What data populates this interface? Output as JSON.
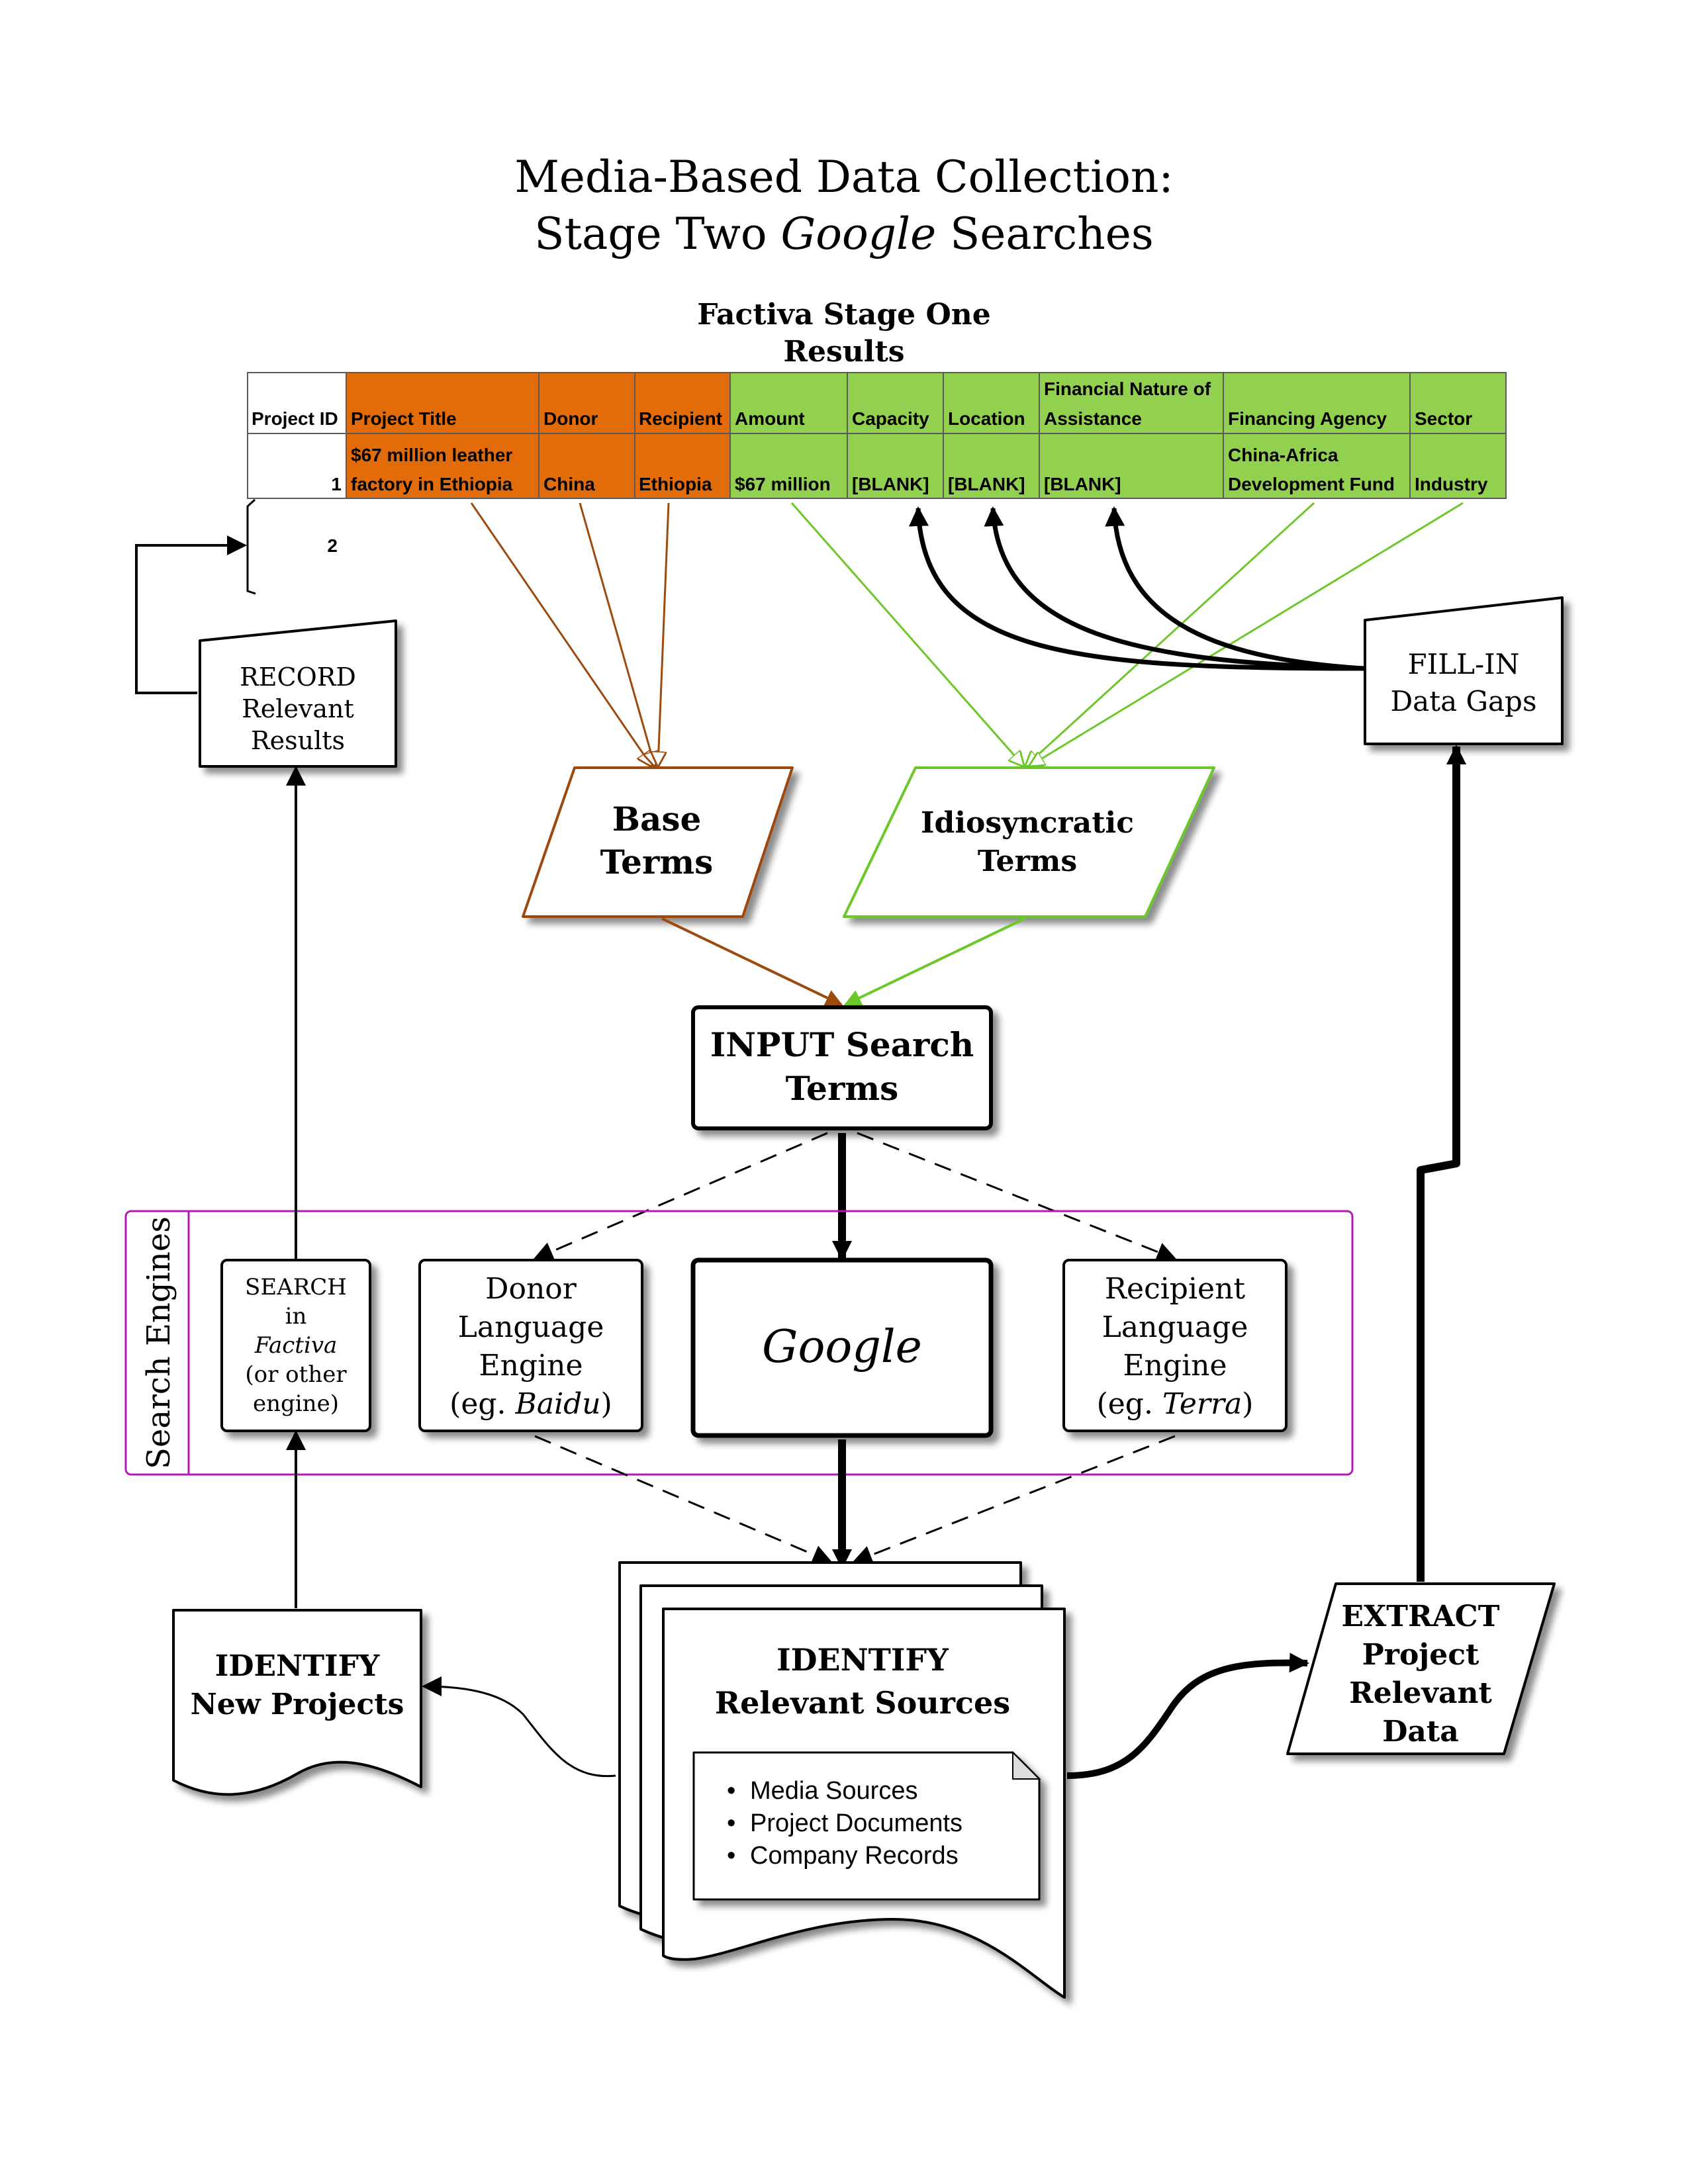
{
  "title": {
    "line1": "Media-Based Data Collection:",
    "line2_prefix": "Stage Two ",
    "line2_italic": "Google",
    "line2_suffix": " Searches"
  },
  "table_caption": {
    "line1": "Factiva Stage One",
    "line2": "Results"
  },
  "table": {
    "headers": {
      "project_id": "Project ID",
      "project_title": "Project Title",
      "donor": "Donor",
      "recipient": "Recipient",
      "amount": "Amount",
      "capacity": "Capacity",
      "location": "Location",
      "financial_nature_1": "Financial Nature of",
      "financial_nature_2": "Assistance",
      "financing_agency": "Financing Agency",
      "sector": "Sector"
    },
    "row1": {
      "project_id": "1",
      "title_1": "$67 million leather",
      "title_2": "factory in Ethiopia",
      "donor": "China",
      "recipient": "Ethiopia",
      "amount": "$67 million",
      "capacity": "[BLANK]",
      "location": "[BLANK]",
      "financial_nature": "[BLANK]",
      "agency_1": "China-Africa",
      "agency_2": "Development Fund",
      "sector": "Industry"
    },
    "row2": {
      "project_id": "2"
    },
    "colors": {
      "base": "#E36C0A",
      "idiosyncratic": "#92D050"
    }
  },
  "nodes": {
    "record": [
      "RECORD",
      "Relevant",
      "Results"
    ],
    "fill_in": [
      "FILL-IN",
      "Data Gaps"
    ],
    "base_terms": [
      "Base",
      "Terms"
    ],
    "idiosyncratic_terms": [
      "Idiosyncratic",
      "Terms"
    ],
    "input_search": [
      "INPUT Search",
      "Terms"
    ],
    "search_engines_label": "Search Engines",
    "search_factiva": {
      "l1": "SEARCH",
      "l2": "in",
      "l3": "Factiva",
      "l4": "(or other",
      "l5": "engine)"
    },
    "donor_engine": {
      "l1": "Donor",
      "l2": "Language",
      "l3": "Engine",
      "l4_prefix": "(eg. ",
      "l4_italic": "Baidu",
      "l4_suffix": ")"
    },
    "google": "Google",
    "recipient_engine": {
      "l1": "Recipient",
      "l2": "Language",
      "l3": "Engine",
      "l4_prefix": "(eg. ",
      "l4_italic": "Terra",
      "l4_suffix": ")"
    },
    "identify_new": [
      "IDENTIFY",
      "New Projects"
    ],
    "identify_sources": [
      "IDENTIFY",
      "Relevant Sources"
    ],
    "source_list": [
      "Media Sources",
      "Project Documents",
      "Company Records"
    ],
    "extract": [
      "EXTRACT",
      "Project",
      "Relevant",
      "Data"
    ]
  },
  "colors": {
    "base_arrow": "#9C4A0E",
    "idiosyncratic_arrow": "#6CC72B",
    "search_engines_frame": "#B21BB5"
  }
}
